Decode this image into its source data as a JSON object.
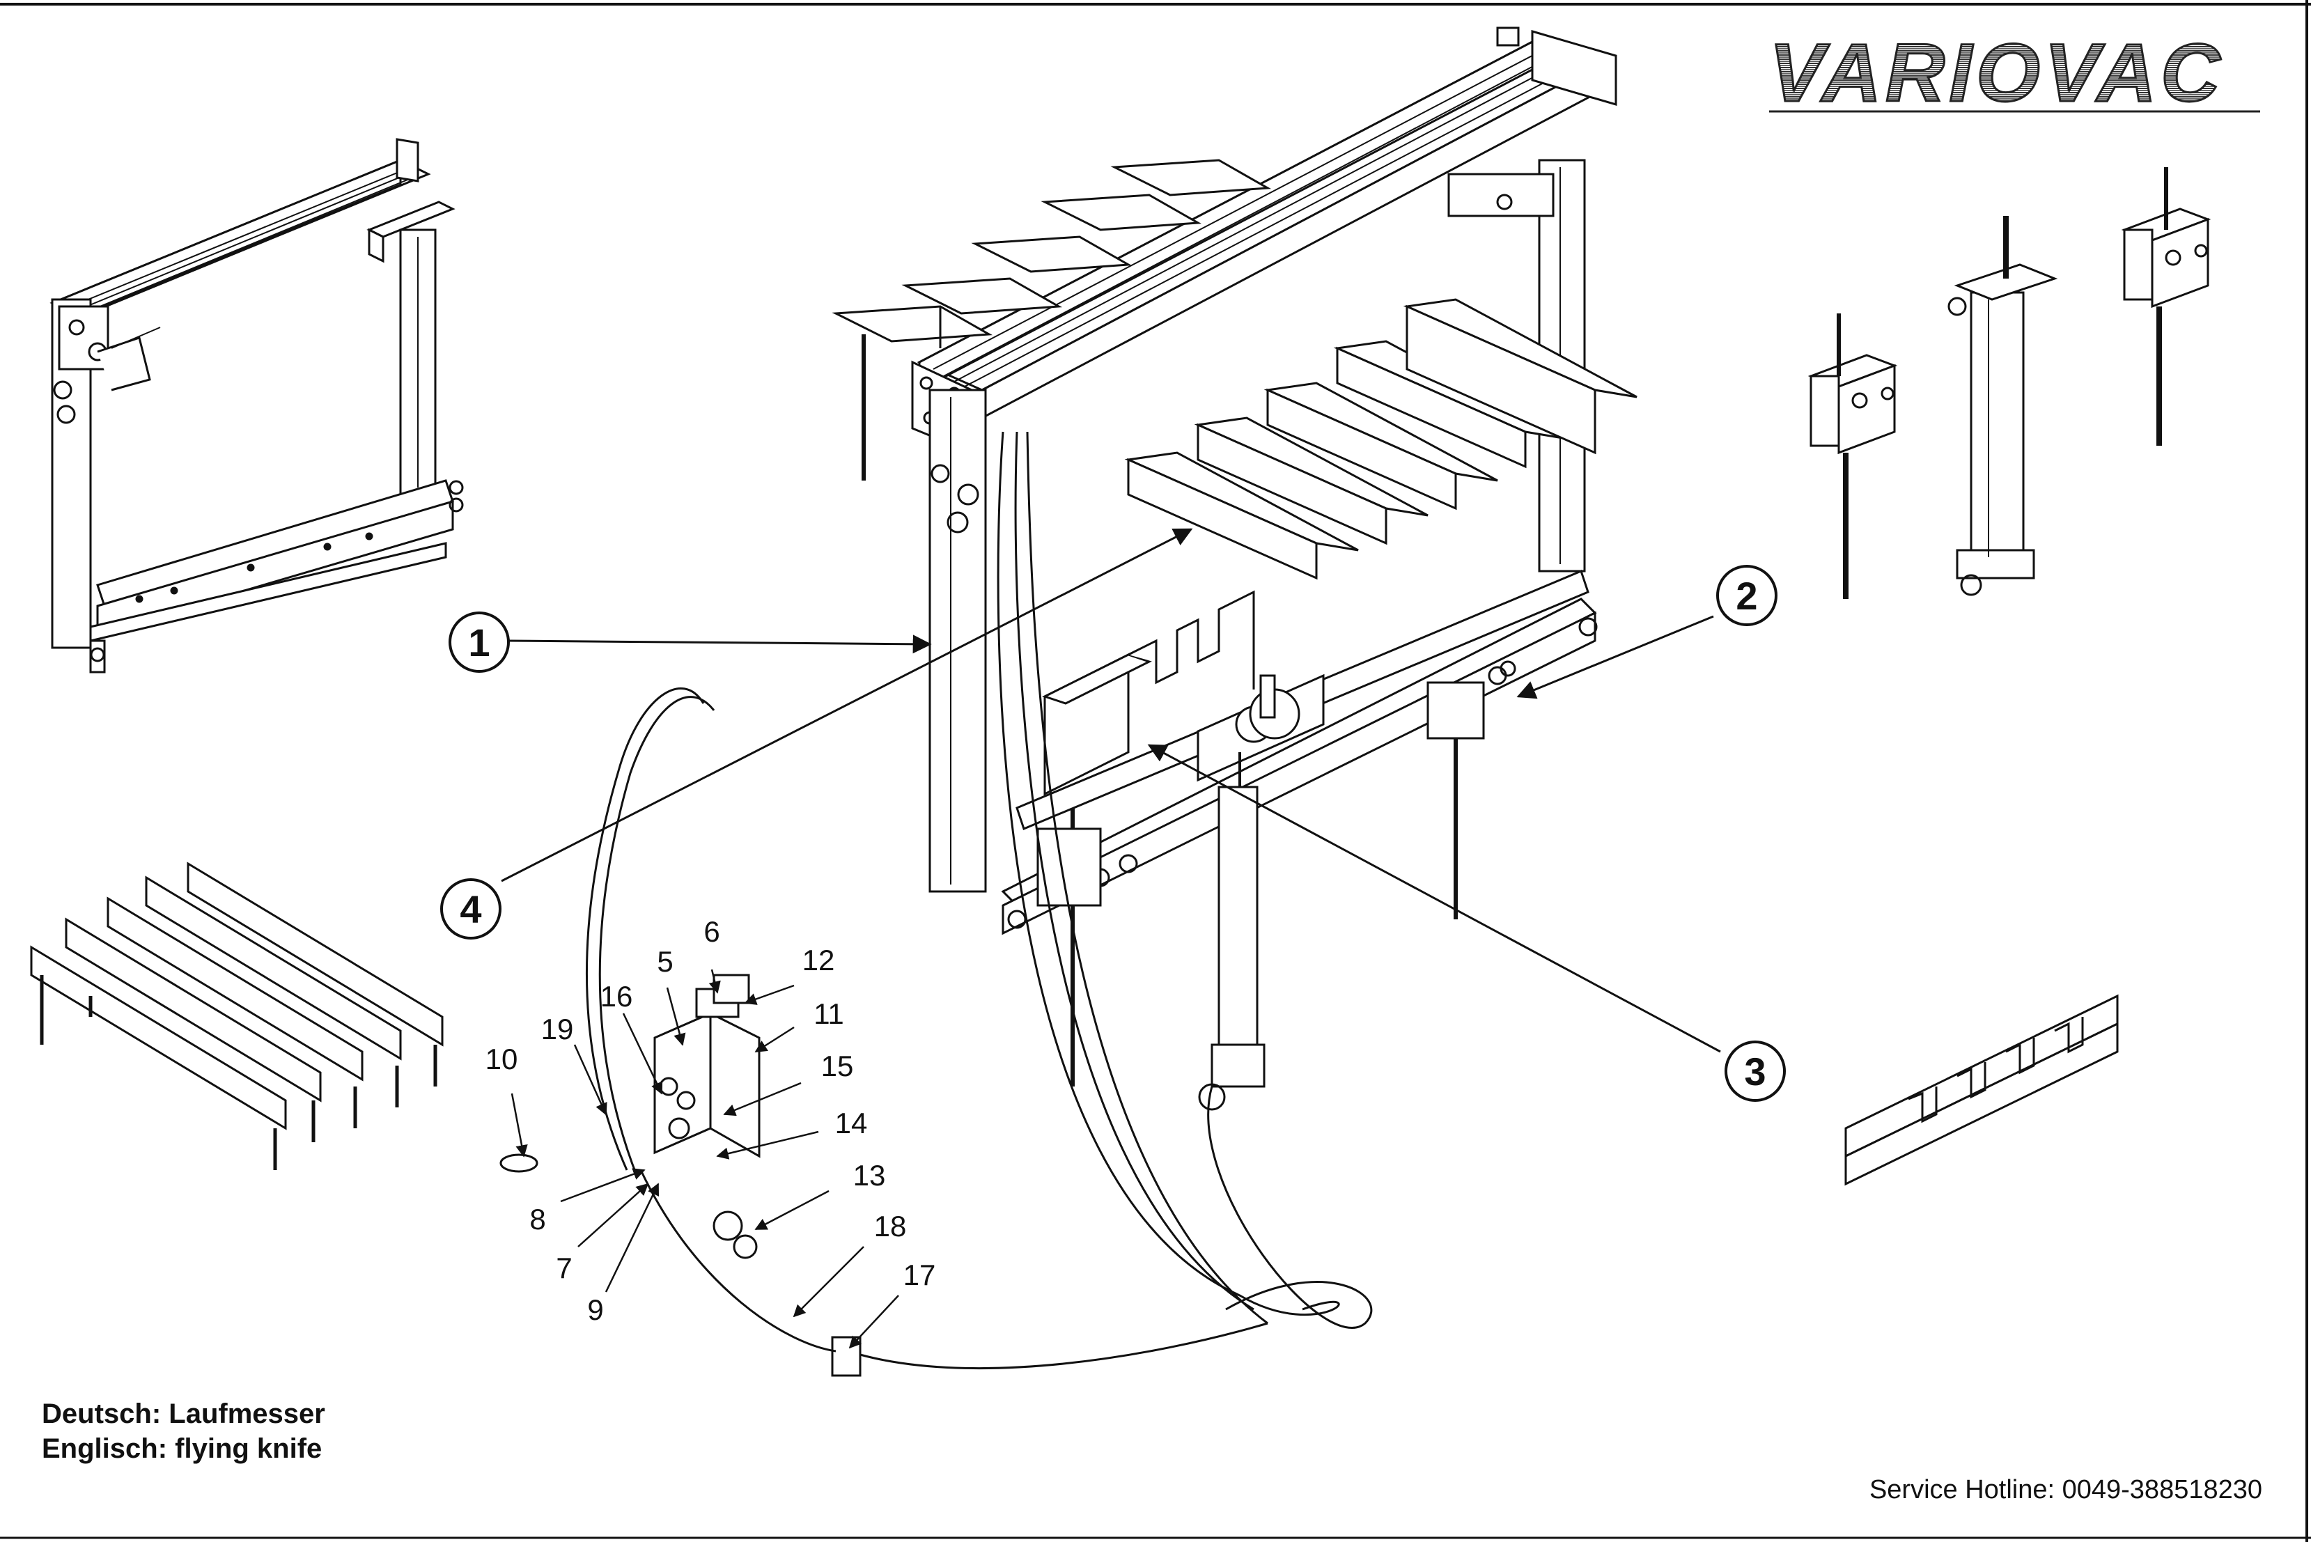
{
  "brand": {
    "logo_text": "VARIOVAC"
  },
  "callouts": [
    {
      "id": "callout-1",
      "label": "1"
    },
    {
      "id": "callout-2",
      "label": "2"
    },
    {
      "id": "callout-3",
      "label": "3"
    },
    {
      "id": "callout-4",
      "label": "4"
    }
  ],
  "part_numbers": [
    "5",
    "6",
    "7",
    "8",
    "9",
    "10",
    "11",
    "12",
    "13",
    "14",
    "15",
    "16",
    "17",
    "18",
    "19"
  ],
  "legend": {
    "deutsch_label": "Deutsch:",
    "deutsch_value": "Laufmesser",
    "englisch_label": "Englisch:",
    "englisch_value": "flying knife"
  },
  "footer": {
    "hotline": "Service Hotline: 0049-388518230"
  }
}
